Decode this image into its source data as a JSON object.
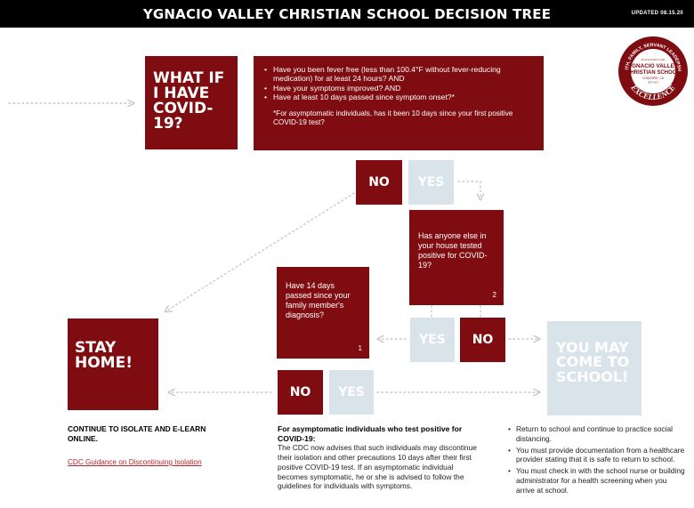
{
  "header": {
    "title": "YGNACIO VALLEY CHRISTIAN SCHOOL DECISION TREE",
    "updated": "UPDATED 08.15.20"
  },
  "logo": {
    "arc_top": "FAITH, FAMILY, SERVANT LEADERSHIP",
    "tagline": "Preschool-8th Grade",
    "name_line1": "YGNACIO VALLEY",
    "name_line2": "CHRISTIAN SCHOOL",
    "city": "CONCORD, CA",
    "est": "EST 1973",
    "arc_bottom": "EXCELLENCE"
  },
  "start": {
    "title": "WHAT IF I HAVE COVID-19?"
  },
  "criteria": {
    "items": [
      "Have you been fever free (less than 100.4°F without fever-reducing medication) for at least 24 hours? AND",
      "Have your symptoms improved? AND",
      "Have at least 10 days passed since symptom onset?*"
    ],
    "note": "*For asymptomatic individuals, has it been 10 days since your first positive COVID-19 test?"
  },
  "answers": {
    "no": "NO",
    "yes": "YES"
  },
  "question2": {
    "text": "Has anyone else in your house tested positive for COVID-19?",
    "number": "2"
  },
  "question1": {
    "text": "Have 14 days passed since your family member's diagnosis?",
    "number": "1"
  },
  "stay_home": {
    "title": "STAY HOME!",
    "heading": "CONTINUE TO ISOLATE AND E-LEARN ONLINE.",
    "link": "CDC Guidance on Discontinuing Isolation"
  },
  "you_may": {
    "title": "YOU MAY COME TO SCHOOL!",
    "items": [
      "Return to school and continue to practice social distancing.",
      "You must provide documentation from a healthcare provider stating that it is safe to return to school.",
      "You must check in with the school nurse or building administrator for a health screening when you arrive at school."
    ]
  },
  "asymptomatic": {
    "heading": "For asymptomatic individuals who test positive for COVID-19:",
    "body": "The CDC now advises that such individuals may discontinue their isolation and other precautions 10 days after their first positive COVID-19 test. If an asymptomatic individual becomes symptomatic, he or she is advised to follow the guidelines for individuals with symptoms."
  },
  "colors": {
    "primary_red": "#7f0c10",
    "light_blue": "#d9e3ea",
    "connector": "#c4c9cd"
  }
}
